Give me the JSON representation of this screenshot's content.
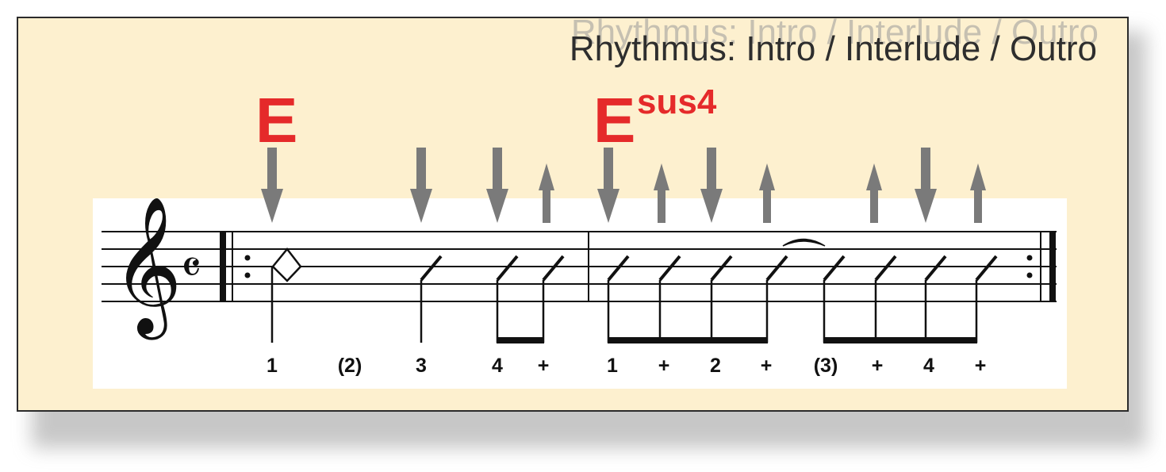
{
  "title": "Rhythmus: Intro / Interlude / Outro",
  "chords": [
    {
      "root": "E",
      "suffix": ""
    },
    {
      "root": "E",
      "suffix": "sus4"
    }
  ],
  "clef": "treble-clef-icon",
  "time_signature": "common-time",
  "time_signature_symbol": "𝄴",
  "colors": {
    "background": "#fdf0cf",
    "chord": "#e52a2a",
    "arrow": "#7a7a7a",
    "ink": "#111111"
  },
  "counts": [
    "1",
    "(2)",
    "3",
    "4",
    "+",
    "1",
    "+",
    "2",
    "+",
    "(3)",
    "+",
    "4",
    "+"
  ],
  "strokes": [
    {
      "direction": "down",
      "count": "1"
    },
    {
      "direction": "down",
      "count": "3"
    },
    {
      "direction": "down",
      "count": "4"
    },
    {
      "direction": "up",
      "count": "+"
    },
    {
      "direction": "down",
      "count": "1"
    },
    {
      "direction": "up",
      "count": "+"
    },
    {
      "direction": "down",
      "count": "2"
    },
    {
      "direction": "up",
      "count": "+"
    },
    {
      "direction": "up",
      "count": "+"
    },
    {
      "direction": "down",
      "count": "4"
    },
    {
      "direction": "up",
      "count": "+"
    }
  ]
}
